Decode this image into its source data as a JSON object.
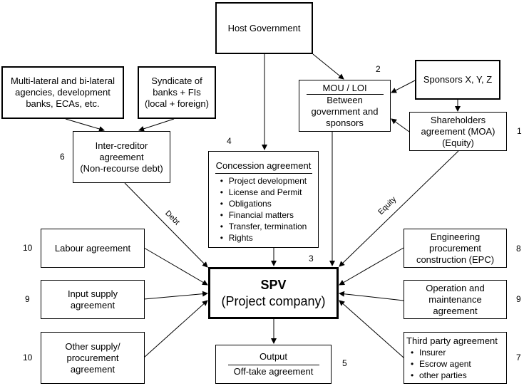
{
  "host_government": "Host Government",
  "multilateral": [
    "Multi-lateral and bi-lateral",
    "agencies, development",
    "banks, ECAs, etc."
  ],
  "syndicate": [
    "Syndicate of",
    "banks + FIs",
    "(local + foreign)"
  ],
  "sponsors": "Sponsors X, Y, Z",
  "mou": {
    "title": "MOU / LOI",
    "body": [
      "Between",
      "government and",
      "sponsors"
    ],
    "num": "2"
  },
  "shareholders": {
    "lines": [
      "Shareholders",
      "agreement (MOA)",
      "(Equity)"
    ],
    "num": "1"
  },
  "intercreditor": {
    "lines": [
      "Inter-creditor",
      "agreement",
      "(Non-recourse debt)"
    ],
    "num": "6"
  },
  "concession": {
    "title": "Concession agreement",
    "items": [
      "Project development",
      "License and Permit",
      "Obligations",
      "Financial matters",
      "Transfer, termination",
      "Rights"
    ],
    "num": "4"
  },
  "spv": {
    "title": "SPV",
    "subtitle": "(Project company)",
    "num": "3"
  },
  "output": {
    "title": "Output",
    "body": "Off-take agreement",
    "num": "5"
  },
  "labour": {
    "label": "Labour agreement",
    "num": "10"
  },
  "input_supply": {
    "lines": [
      "Input supply",
      "agreement"
    ],
    "num": "9"
  },
  "other_supply": {
    "lines": [
      "Other supply/",
      "procurement",
      "agreement"
    ],
    "num": "10"
  },
  "epc": {
    "lines": [
      "Engineering",
      "procurement",
      "construction (EPC)"
    ],
    "num": "8"
  },
  "om": {
    "lines": [
      "Operation and",
      "maintenance",
      "agreement"
    ],
    "num": "9"
  },
  "third_party": {
    "title": "Third party agreement",
    "items": [
      "Insurer",
      "Escrow agent",
      "other parties"
    ],
    "num": "7"
  },
  "edge_labels": {
    "debt": "Debt",
    "equity": "Equity"
  }
}
